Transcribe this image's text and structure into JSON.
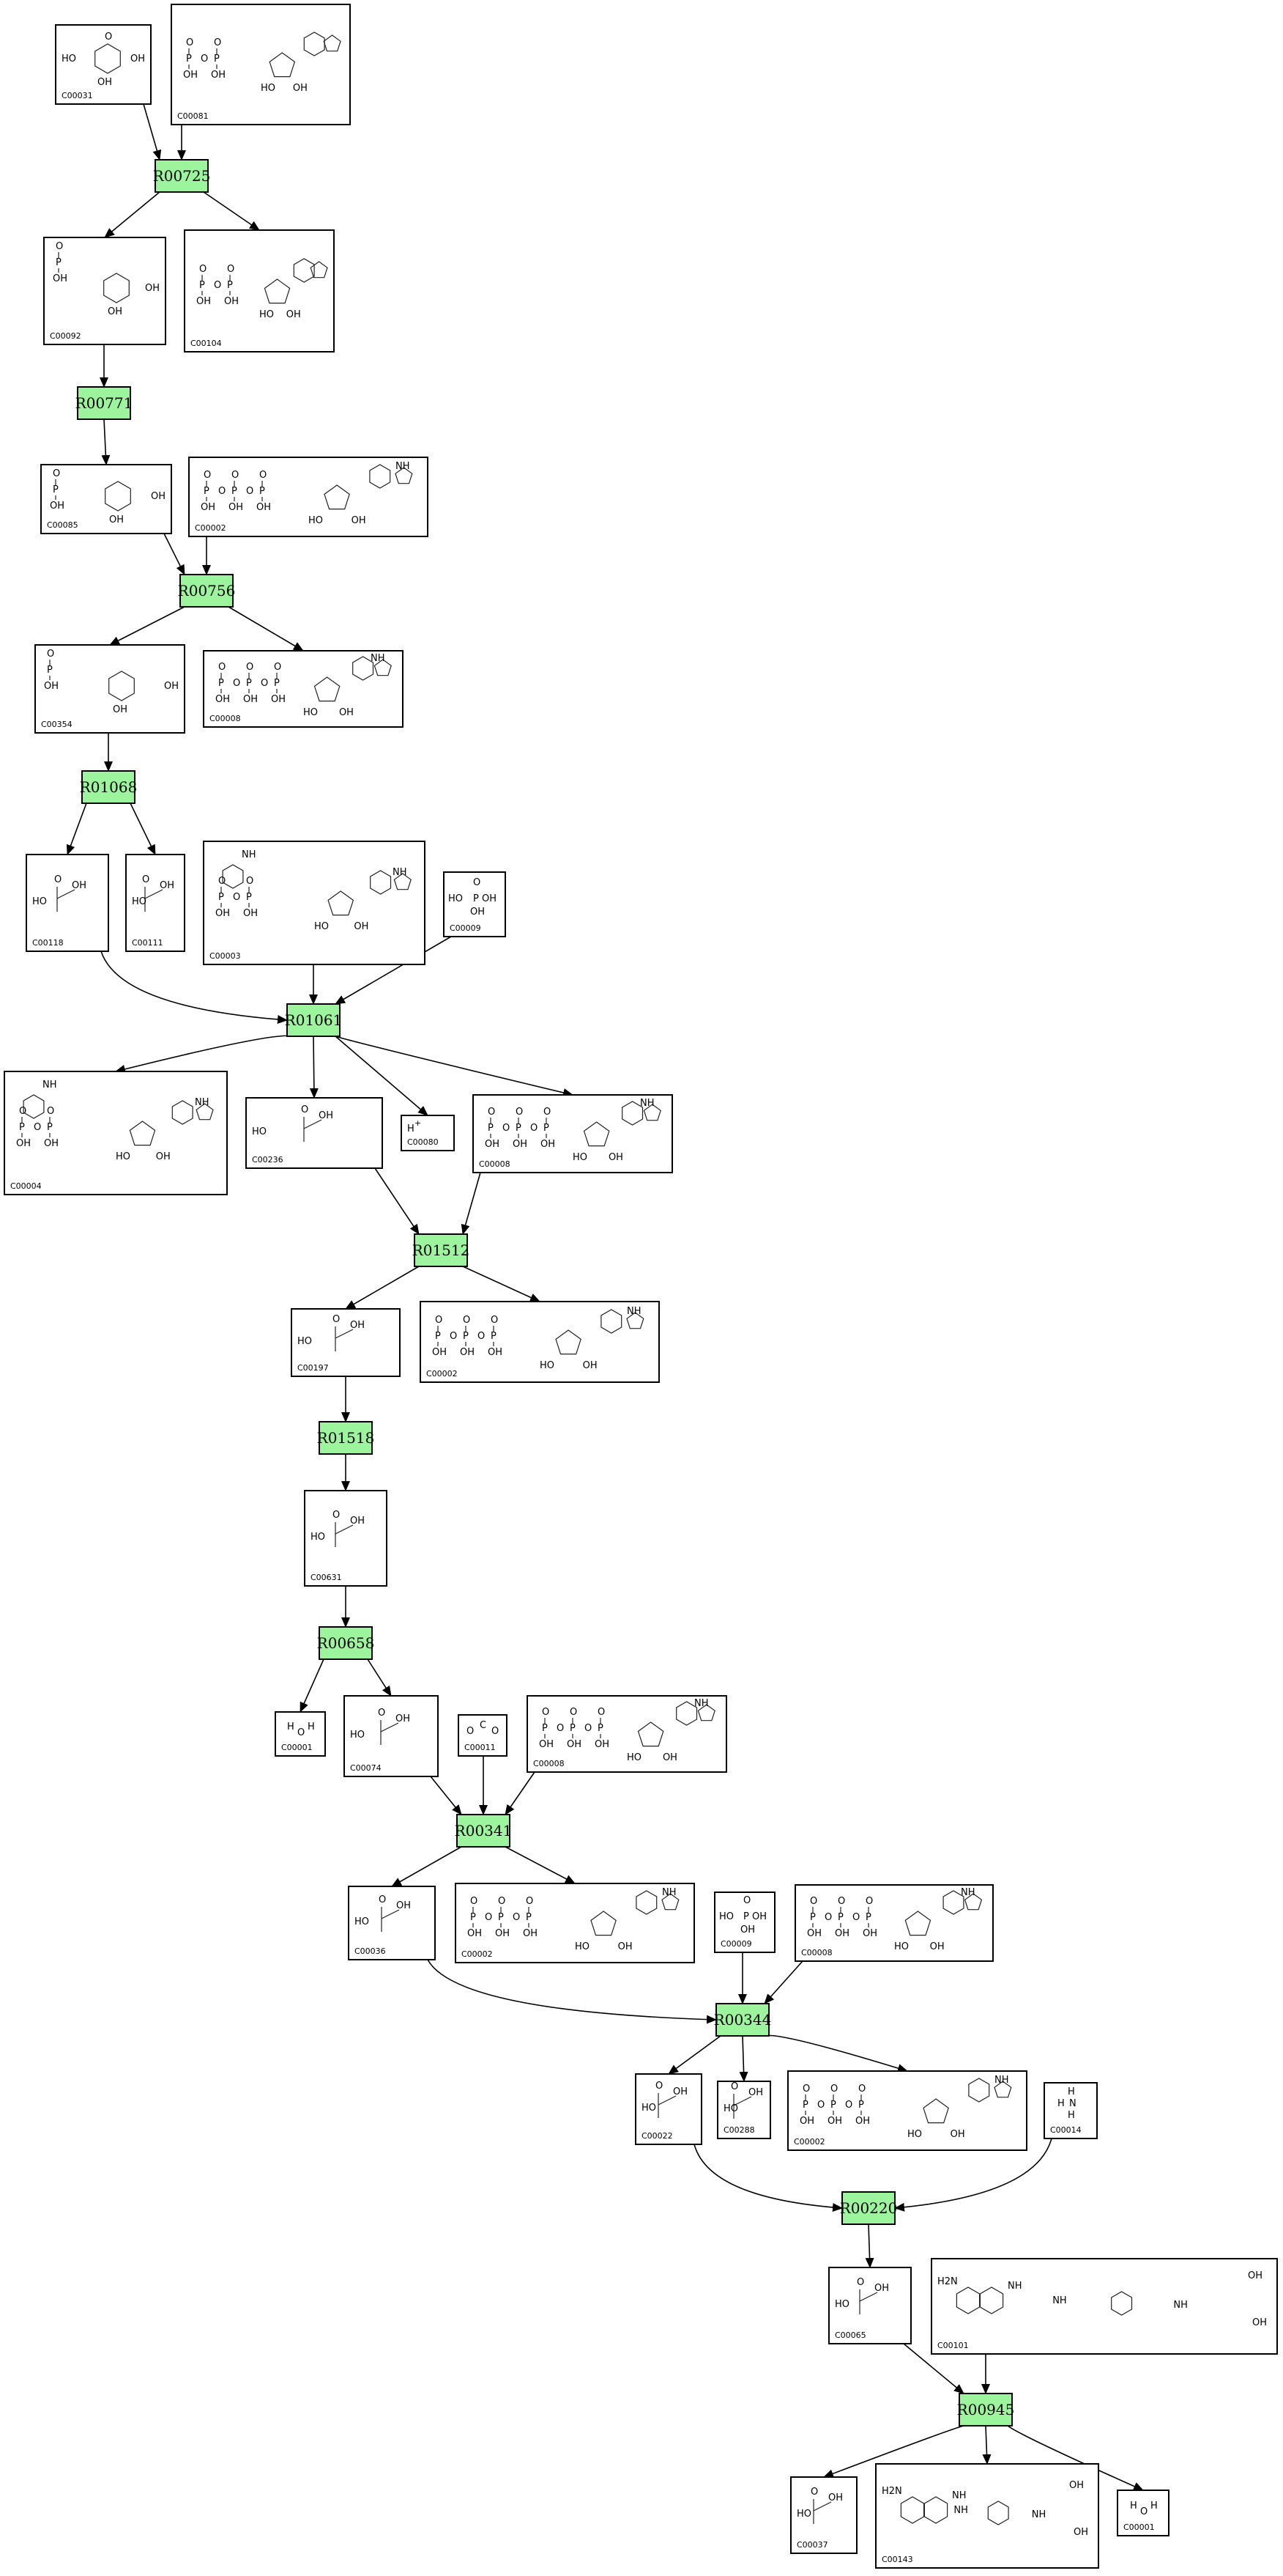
{
  "diagram": {
    "reactions": [
      "R00725",
      "R00771",
      "R00756",
      "R01068",
      "R01061",
      "R01512",
      "R01518",
      "R00658",
      "R00341",
      "R00344",
      "R00220",
      "R00945"
    ],
    "compound_ids": [
      "C00031",
      "C00081",
      "C00092",
      "C00104",
      "C00085",
      "C00002",
      "C00354",
      "C00008",
      "C00118",
      "C00111",
      "C00003",
      "C00009",
      "C00004",
      "C00236",
      "C00080",
      "C00197",
      "C00631",
      "C00001",
      "C00074",
      "C00011",
      "C00036",
      "C00022",
      "C00288",
      "C00014",
      "C00065",
      "C00101",
      "C00037",
      "C00143"
    ],
    "colors": {
      "reaction_fill": "#9cf59c",
      "stroke": "#000000",
      "background": "#ffffff"
    }
  }
}
